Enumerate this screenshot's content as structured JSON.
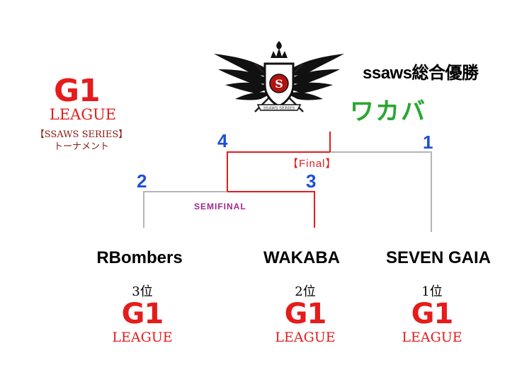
{
  "left_badge": {
    "g1": "G1",
    "league": "LEAGUE",
    "series": "【SSAWS SERIES】",
    "tournament": "トーナメント"
  },
  "champion": {
    "caption": "ssaws総合優勝",
    "name": "ワカバ"
  },
  "logo": {
    "banner_text": "SSAWS SERIES",
    "emblem_letter": "S"
  },
  "bracket": {
    "final_label": "【Final】",
    "semifinal_label": "SEMIFINAL",
    "scores": {
      "semifinal_left": "2",
      "semifinal_right": "3",
      "final_left": "4",
      "final_right": "1"
    },
    "colors": {
      "winner_line": "#e51c1c",
      "loser_line": "#b5b5b5",
      "semifinal_label": "#a0268f"
    }
  },
  "teams": [
    {
      "name": "RBombers",
      "rank": "3位",
      "g1": "G1",
      "league": "LEAGUE"
    },
    {
      "name": "WAKABA",
      "rank": "2位",
      "g1": "G1",
      "league": "LEAGUE"
    },
    {
      "name": "SEVEN GAIA",
      "rank": "1位",
      "g1": "G1",
      "league": "LEAGUE"
    }
  ]
}
